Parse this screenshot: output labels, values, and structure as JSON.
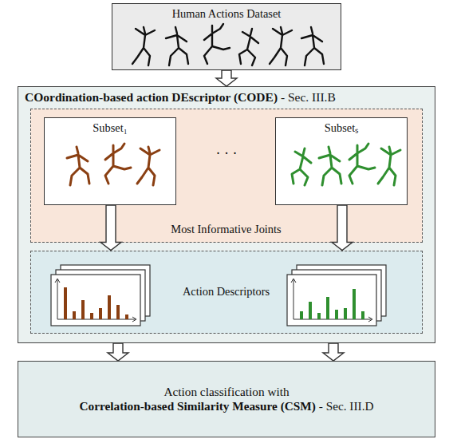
{
  "diagram": {
    "nodes": [
      {
        "text": [
          "Human Actions Dataset"
        ]
      },
      {
        "text": [
          "COordination-based action DEscriptor (CODE)",
          "- Sec. III.B"
        ]
      },
      {
        "text": [
          "Most Informative Joints"
        ],
        "in": 1
      },
      {
        "text": [
          "Subset₁"
        ],
        "in": 2
      },
      {
        "text": [
          "Subsetₛ"
        ],
        "in": 2
      },
      {
        "text": [
          "Action Descriptors"
        ],
        "in": 1
      },
      {
        "text": [
          "Action classification with",
          "Correlation-based Similarity Measure (CSM)",
          "- Sec. III.D"
        ]
      }
    ],
    "edges": [
      {
        "from": 0,
        "to": 1,
        "arrow": "to"
      },
      {
        "from": 3,
        "to": 5,
        "arrow": "to"
      },
      {
        "from": 4,
        "to": 5,
        "arrow": "to"
      },
      {
        "from": 1,
        "to": 6,
        "arrow": "to"
      },
      {
        "from": 1,
        "to": 6,
        "arrow": "to"
      }
    ],
    "labels": [
      "· · ·"
    ]
  }
}
